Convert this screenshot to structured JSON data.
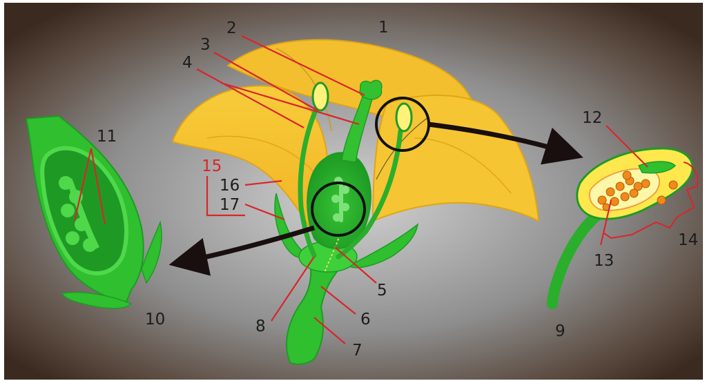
{
  "diagram": {
    "labels": {
      "l1": "1",
      "l2": "2",
      "l3": "3",
      "l4": "4",
      "l5": "5",
      "l6": "6",
      "l7": "7",
      "l8": "8",
      "l9": "9",
      "l10": "10",
      "l11": "11",
      "l12": "12",
      "l13": "13",
      "l14": "14",
      "l15": "15",
      "l16": "16",
      "l17": "17"
    },
    "colors": {
      "petal": "#f6c632",
      "petal_dark": "#e6a716",
      "green": "#2fbf2f",
      "green_dark": "#1f9a25",
      "green_light": "#4fd84a",
      "pollen": "#f08a1a",
      "anther": "#fff27a",
      "leader": "#d9252b",
      "background_center": "#c8c8c8",
      "background_edge": "#3b2a20"
    }
  }
}
